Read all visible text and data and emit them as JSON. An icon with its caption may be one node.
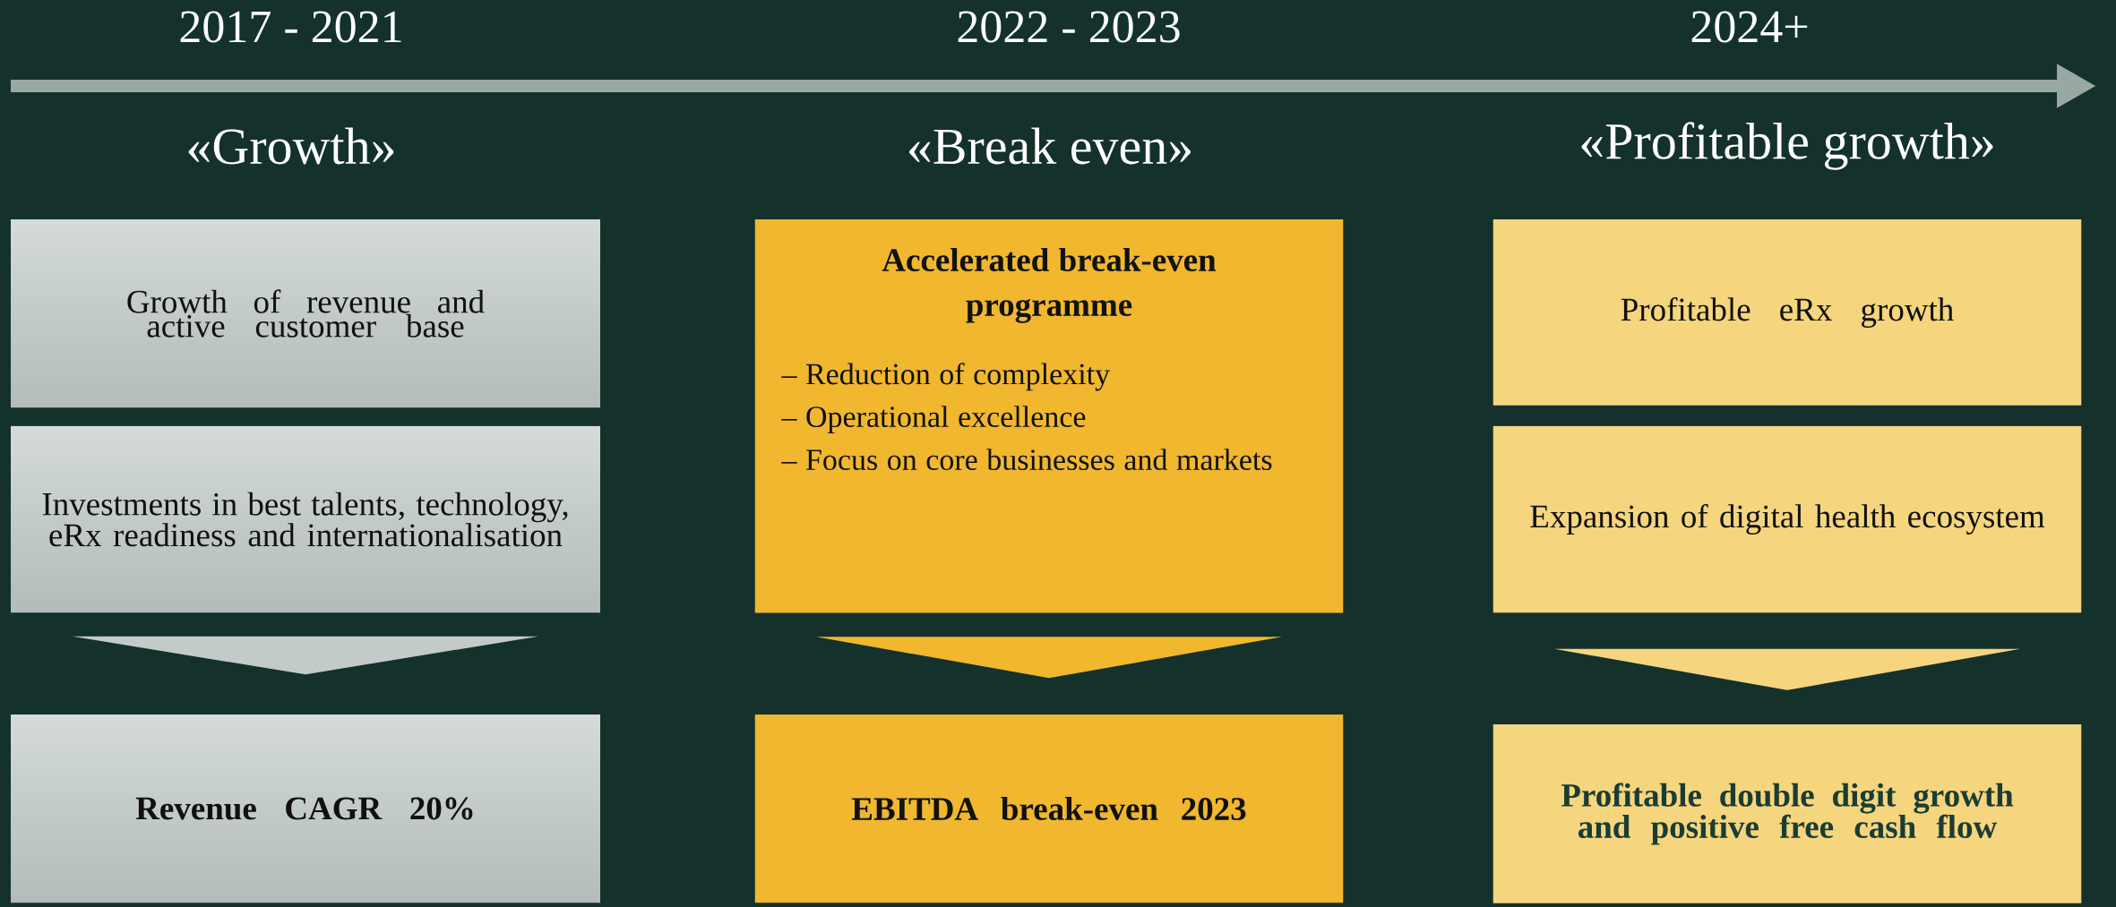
{
  "diagram": {
    "nodes": [
      {
        "text": [
          "Growth of revenue and active customer base"
        ]
      },
      {
        "text": [
          "Investments in best talents, technology, eRx readiness and internationalisation"
        ]
      },
      {
        "text": [
          "Revenue CAGR 20%"
        ]
      },
      {
        "text": [
          "Accelerated break-even programme",
          "– Reduction of complexity",
          "– Operational excellence",
          "– Focus on core businesses and markets"
        ]
      },
      {
        "text": [
          "EBITDA break-even 2023"
        ]
      },
      {
        "text": [
          "Profitable eRx growth"
        ]
      },
      {
        "text": [
          "Expansion of digital health ecosystem"
        ]
      },
      {
        "text": [
          "Profitable double digit growth and positive free cash flow"
        ]
      }
    ],
    "edges": [
      {
        "from": 1,
        "to": 2,
        "arrow": "to",
        "color": "#c3cbc8"
      },
      {
        "from": 3,
        "to": 4,
        "arrow": "to",
        "color": "#f0b72f"
      },
      {
        "from": 6,
        "to": 7,
        "arrow": "to",
        "color": "#f5d57e"
      }
    ],
    "labels": [
      "2017 - 2021",
      "2022 - 2023",
      "2024+",
      "«Growth»",
      "«Break even»",
      "«Profitable growth»"
    ]
  }
}
